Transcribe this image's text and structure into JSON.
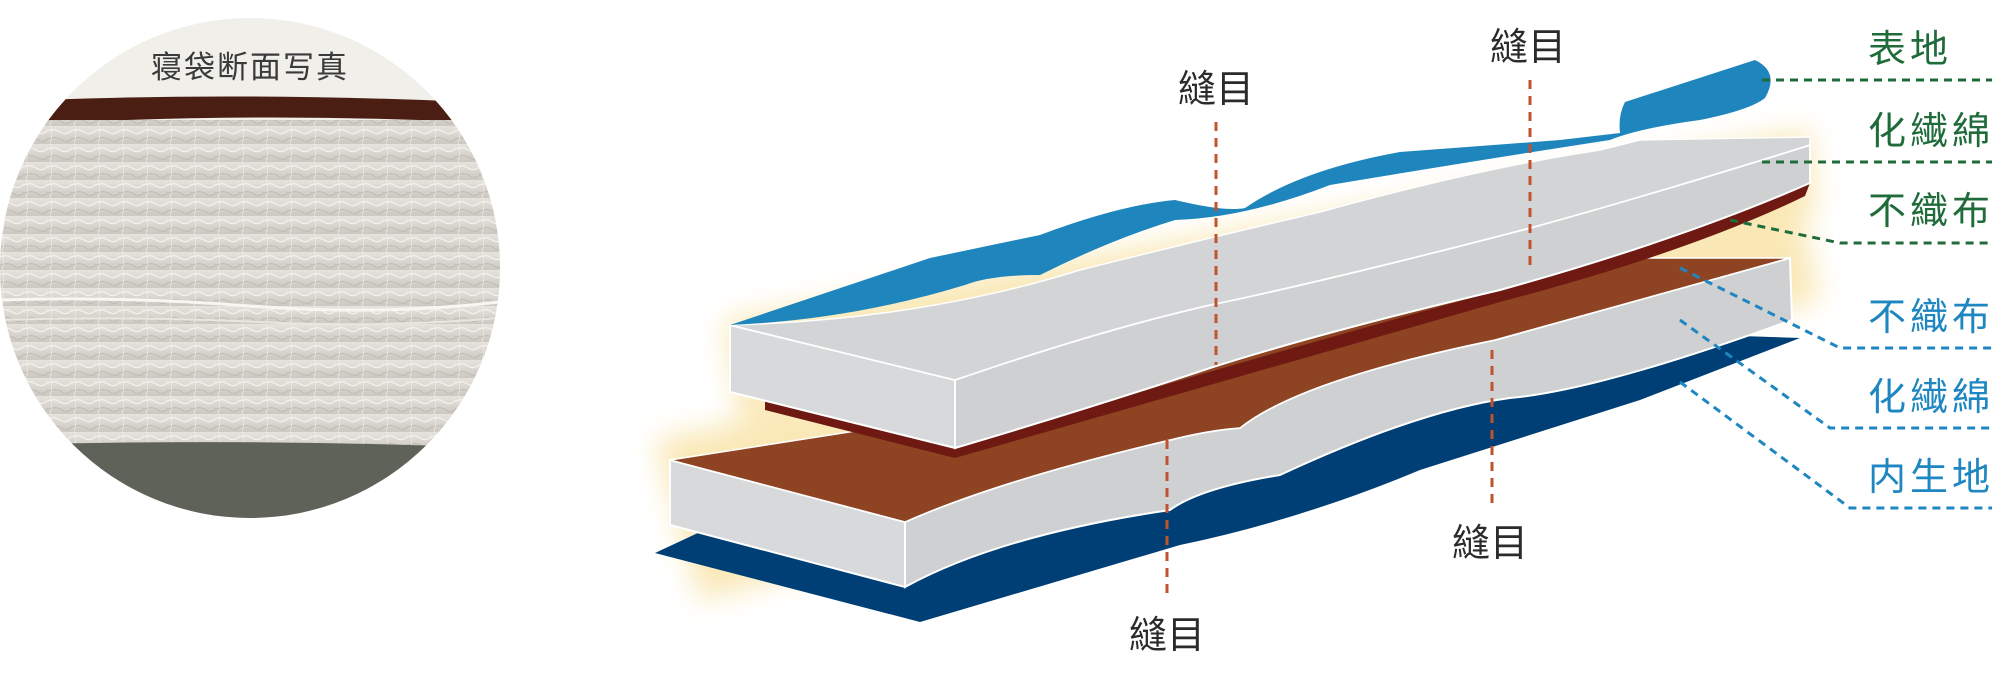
{
  "photo": {
    "title": "寝袋断面写真"
  },
  "seams": {
    "top_left": "縫目",
    "top_right": "縫目",
    "bottom_left": "縫目",
    "bottom_right": "縫目"
  },
  "layers_upper": [
    "表地",
    "化繊綿",
    "不織布"
  ],
  "layers_lower": [
    "不織布",
    "化繊綿",
    "内生地"
  ],
  "colors": {
    "outer_fabric": "#1f86bd",
    "batting": "#d2d3d5",
    "nonwoven": "#8e4423",
    "inner_fabric": "#003f75",
    "seam_line": "#c0532d",
    "upper_leader": "#1f6b3a",
    "lower_leader": "#1e86c0"
  }
}
